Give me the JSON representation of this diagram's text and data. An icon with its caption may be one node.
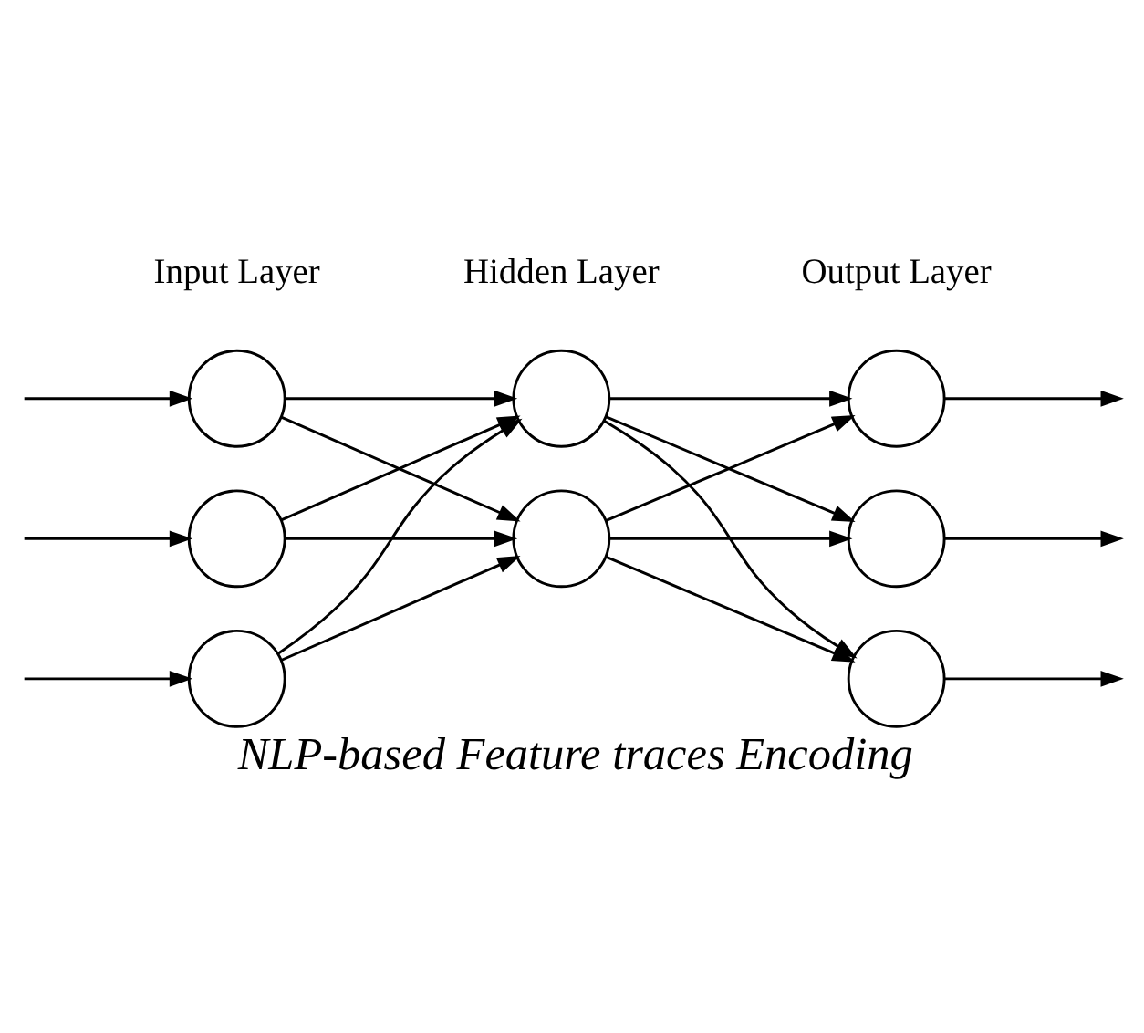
{
  "diagram": {
    "caption": "NLP-based Feature traces Encoding",
    "nodes": [
      {
        "text": [],
        "shape": "circle"
      },
      {
        "text": [],
        "shape": "circle"
      },
      {
        "text": [],
        "shape": "circle"
      },
      {
        "text": [],
        "shape": "circle"
      },
      {
        "text": [],
        "shape": "circle"
      },
      {
        "text": [],
        "shape": "circle"
      },
      {
        "text": [],
        "shape": "circle"
      },
      {
        "text": [],
        "shape": "circle"
      }
    ],
    "edges": [
      {
        "from": null,
        "to": 0,
        "arrow": "to"
      },
      {
        "from": null,
        "to": 1,
        "arrow": "to"
      },
      {
        "from": null,
        "to": 2,
        "arrow": "to"
      },
      {
        "from": 0,
        "to": 3,
        "arrow": "to"
      },
      {
        "from": 0,
        "to": 4,
        "arrow": "to"
      },
      {
        "from": 1,
        "to": 3,
        "arrow": "to"
      },
      {
        "from": 1,
        "to": 4,
        "arrow": "to"
      },
      {
        "from": 2,
        "to": 3,
        "arrow": "to"
      },
      {
        "from": 2,
        "to": 4,
        "arrow": "to"
      },
      {
        "from": 3,
        "to": 5,
        "arrow": "to"
      },
      {
        "from": 3,
        "to": 6,
        "arrow": "to"
      },
      {
        "from": 3,
        "to": 7,
        "arrow": "to"
      },
      {
        "from": 4,
        "to": 5,
        "arrow": "to"
      },
      {
        "from": 4,
        "to": 6,
        "arrow": "to"
      },
      {
        "from": 4,
        "to": 7,
        "arrow": "to"
      },
      {
        "from": 5,
        "to": null,
        "arrow": "to"
      },
      {
        "from": 6,
        "to": null,
        "arrow": "to"
      },
      {
        "from": 7,
        "to": null,
        "arrow": "to"
      }
    ],
    "labels": [
      "Input Layer",
      "Hidden Layer",
      "Output Layer"
    ]
  }
}
